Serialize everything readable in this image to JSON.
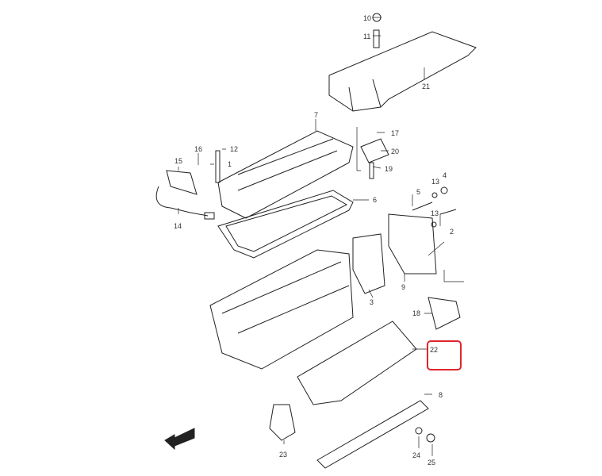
{
  "diagram": {
    "highlight_color": "#e0262b",
    "highlighted_part": "22",
    "parts": {
      "p10": "10",
      "p11": "11",
      "p21": "21",
      "p7": "7",
      "p17": "17",
      "p20": "20",
      "p19": "19",
      "p16": "16",
      "p12": "12",
      "p1": "1",
      "p15": "15",
      "p14": "14",
      "p6": "6",
      "p5": "5",
      "p13a": "13",
      "p4": "4",
      "p13b": "13",
      "p2": "2",
      "p3": "3",
      "p9": "9",
      "p18": "18",
      "p22": "22",
      "p8": "8",
      "p23": "23",
      "p24": "24",
      "p25": "25"
    },
    "front_arrow_icon": "fwd-arrow-icon"
  }
}
